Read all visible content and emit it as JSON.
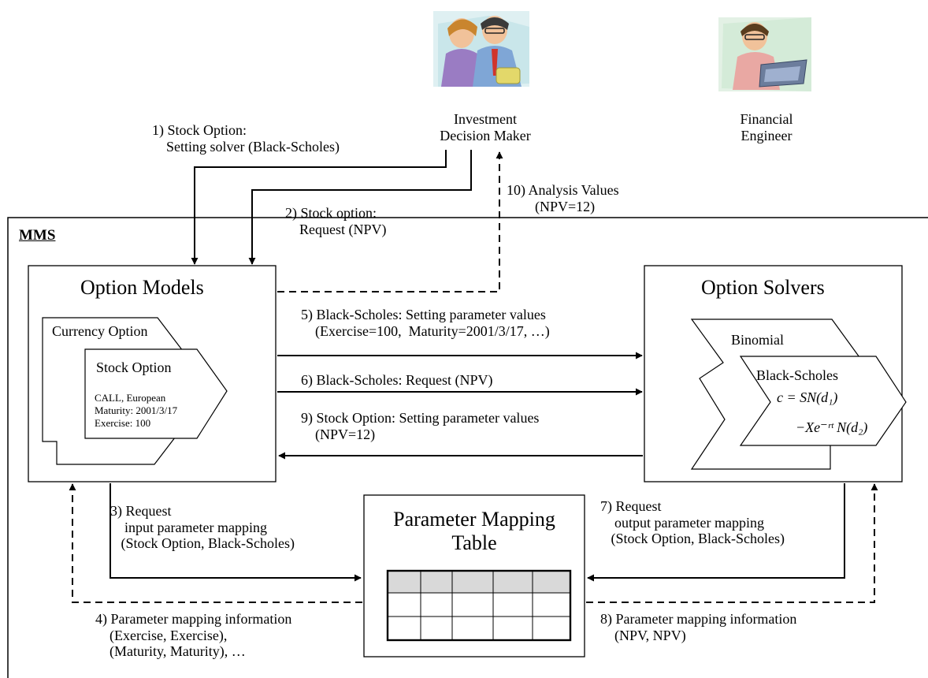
{
  "actors": {
    "investment_decision_maker": "Investment\nDecision Maker",
    "financial_engineer": "Financial\nEngineer"
  },
  "system": {
    "label": "MMS"
  },
  "option_models": {
    "title": "Option Models",
    "currency_option": "Currency Option",
    "stock_option": {
      "title": "Stock Option",
      "line1": "CALL, European",
      "line2": "Maturity: 2001/3/17",
      "line3": "Exercise: 100"
    }
  },
  "option_solvers": {
    "title": "Option Solvers",
    "binomial": "Binomial",
    "black_scholes": "Black-Scholes",
    "formula_line1": "c = SN(d₁)",
    "formula_line2": "−Xe⁻ʳᵗ N(d₂)"
  },
  "parameter_mapping_table": {
    "title": "Parameter Mapping\nTable"
  },
  "steps": {
    "s1": "1) Stock Option:\n    Setting solver (Black-Scholes)",
    "s2": "2) Stock option:\n    Request (NPV)",
    "s3": "3) Request\n    input parameter mapping\n   (Stock Option, Black-Scholes)",
    "s4": "4) Parameter mapping information\n    (Exercise, Exercise),\n    (Maturity, Maturity), …",
    "s5": "5) Black-Scholes: Setting parameter values\n    (Exercise=100,  Maturity=2001/3/17, …)",
    "s6": "6) Black-Scholes: Request (NPV)",
    "s7": "7) Request\n    output parameter mapping\n   (Stock Option, Black-Scholes)",
    "s8": "8) Parameter mapping information\n    (NPV, NPV)",
    "s9": "9) Stock Option: Setting parameter values\n    (NPV=12)",
    "s10": "10) Analysis Values\n        (NPV=12)"
  }
}
